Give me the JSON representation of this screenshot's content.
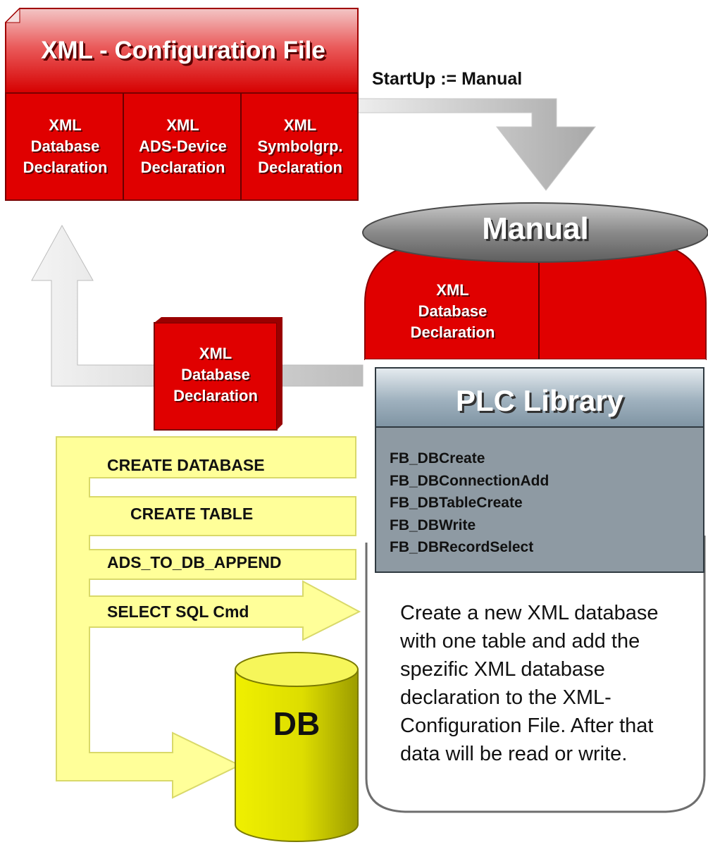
{
  "config_file": {
    "title": "XML - Configuration File",
    "cells": [
      {
        "line1": "XML",
        "line2": "Database",
        "line3": "Declaration"
      },
      {
        "line1": "XML",
        "line2": "ADS-Device",
        "line3": "Declaration"
      },
      {
        "line1": "XML",
        "line2": "Symbolgrp.",
        "line3": "Declaration"
      }
    ]
  },
  "startup_label": "StartUp := Manual",
  "manual": {
    "title": "Manual",
    "cell": {
      "line1": "XML",
      "line2": "Database",
      "line3": "Declaration"
    }
  },
  "moving_declaration": {
    "line1": "XML",
    "line2": "Database",
    "line3": "Declaration"
  },
  "plc_library": {
    "title": "PLC Library",
    "functions": [
      "FB_DBCreate",
      "FB_DBConnectionAdd",
      "FB_DBTableCreate",
      "FB_DBWrite",
      "FB_DBRecordSelect"
    ]
  },
  "commands": [
    "CREATE DATABASE",
    "CREATE TABLE",
    "ADS_TO_DB_APPEND",
    "SELECT SQL Cmd"
  ],
  "description": "Create a new XML database with one table and add the spezific XML database declaration to the XML-Configuration File. After that data will be read or write.",
  "database_label": "DB",
  "colors": {
    "red": "#e00000",
    "red_dark": "#7a0000",
    "gray_panel": "#8e9aa3",
    "yellow": "#ffff99",
    "db_yellow": "#e6e600",
    "arrow_gray": "#d8d8d8"
  }
}
